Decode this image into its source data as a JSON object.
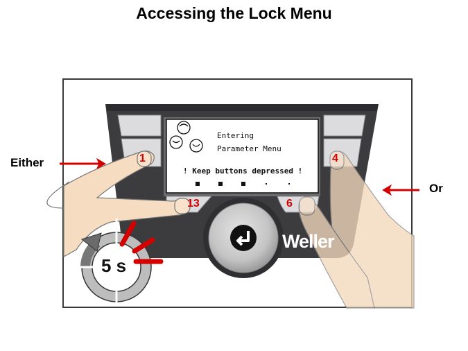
{
  "title": "Accessing the Lock Menu",
  "callouts": {
    "left": "Either",
    "right": "Or"
  },
  "device": {
    "brand": "Weller",
    "enter_button_icon": "return-arrow-icon",
    "screen": {
      "icon": "gears-icon",
      "line1": "Entering",
      "line2": "Parameter Menu",
      "warning": "! Keep buttons depressed !",
      "progress": {
        "filled": 3,
        "total": 5
      }
    },
    "buttons": {
      "top_left": "1",
      "top_right": "4",
      "bottom_left": "13",
      "bottom_right": "6"
    }
  },
  "timer": {
    "label": "5 s",
    "icon": "hold-timer-icon"
  },
  "colors": {
    "accent_red": "#d40000",
    "device_body": "#3c3c3e",
    "skin": "#f6dcc0"
  }
}
